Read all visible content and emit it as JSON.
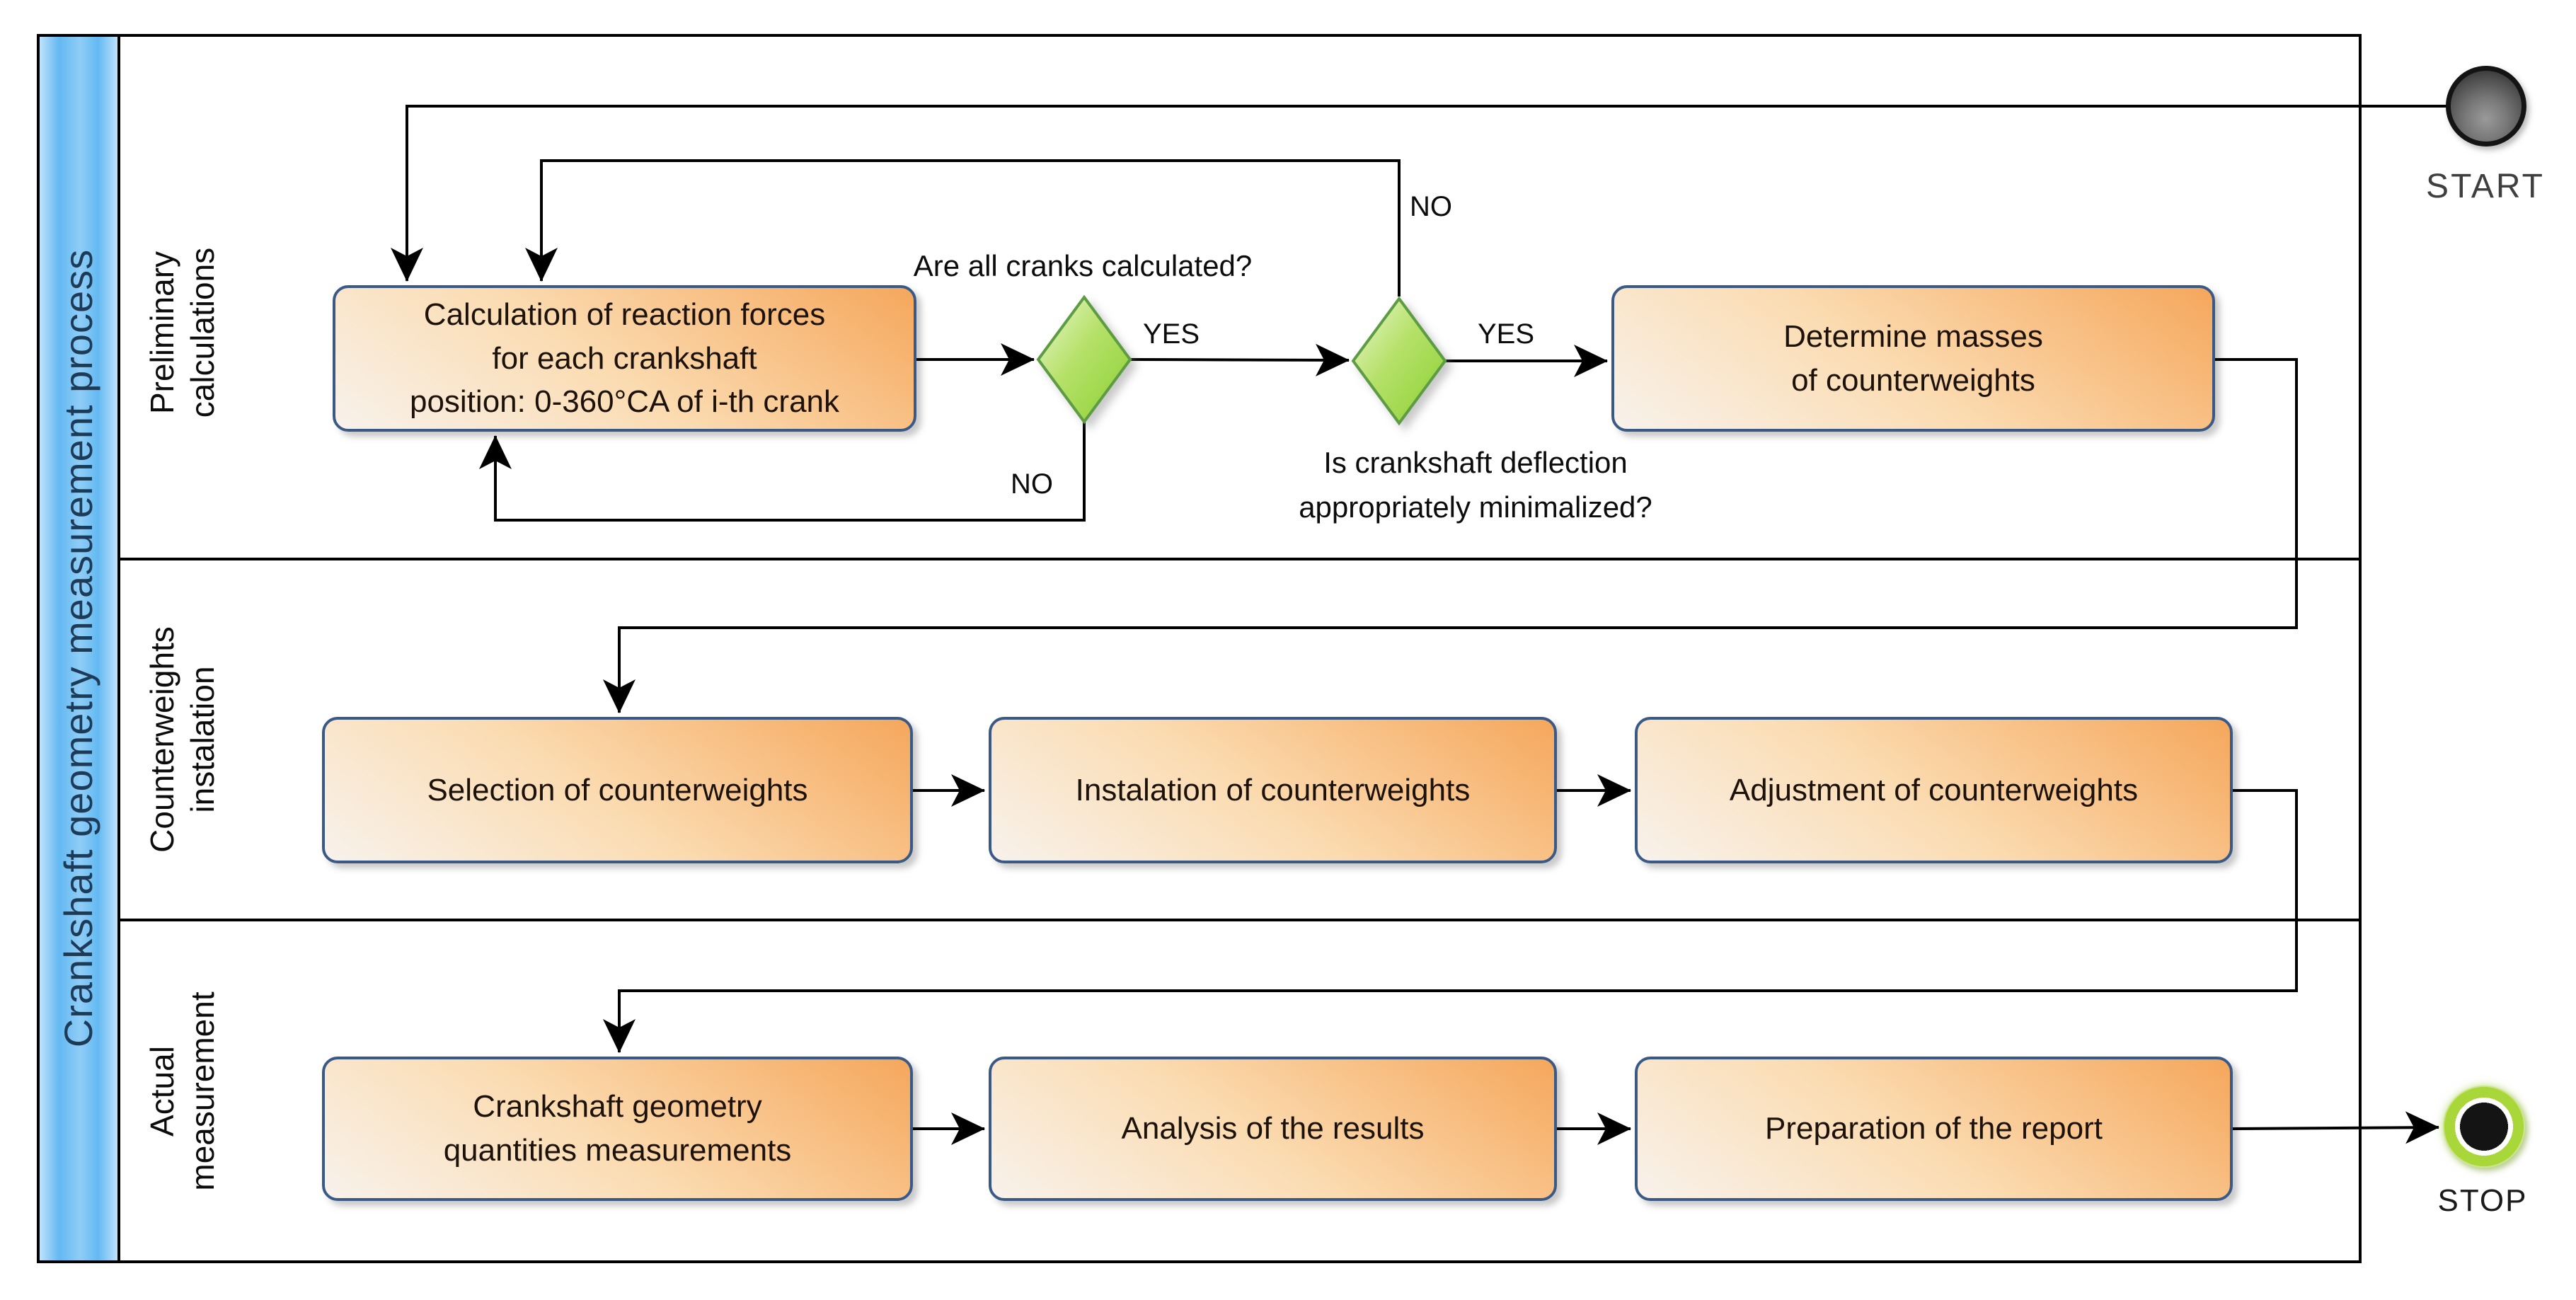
{
  "pool": {
    "title": "Crankshaft geometry measurement process"
  },
  "lanes": [
    {
      "label": "Preliminary\ncalculations"
    },
    {
      "label": "Counterweights\ninstalation"
    },
    {
      "label": "Actual\nmeasurement"
    }
  ],
  "tasks": [
    {
      "id": "calc-reaction-forces",
      "label": "Calculation of reaction forces\nfor each crankshaft\nposition: 0-360°CA of i-th crank"
    },
    {
      "id": "determine-masses",
      "label": "Determine masses\nof counterweights"
    },
    {
      "id": "selection-counterweights",
      "label": "Selection of counterweights"
    },
    {
      "id": "instalation-counterweights",
      "label": "Instalation of counterweights"
    },
    {
      "id": "adjustment-counterweights",
      "label": "Adjustment of counterweights"
    },
    {
      "id": "geometry-measurements",
      "label": "Crankshaft geometry\nquantities measurements"
    },
    {
      "id": "analysis-results",
      "label": "Analysis of the results"
    },
    {
      "id": "preparation-report",
      "label": "Preparation of the report"
    }
  ],
  "gateways": {
    "question1": "Are all cranks calculated?",
    "question2": "Is crankshaft deflection\nappropriately minimalized?",
    "yes1": "YES",
    "yes2": "YES",
    "no_loop_top": "NO",
    "no_loop_bottom": "NO"
  },
  "events": {
    "start_label": "START",
    "stop_label": "STOP"
  },
  "colors": {
    "lane_bar_blue": "#63b9f2",
    "task_fill_light": "#f8f2ec",
    "task_fill_orange": "#f5a75c",
    "task_border": "#3a5a85",
    "gateway_fill_light": "#edf7d2",
    "gateway_fill_green": "#8cd032",
    "gateway_border": "#5d9c43",
    "stop_ring_green": "#a9d639",
    "connector": "#000000"
  }
}
